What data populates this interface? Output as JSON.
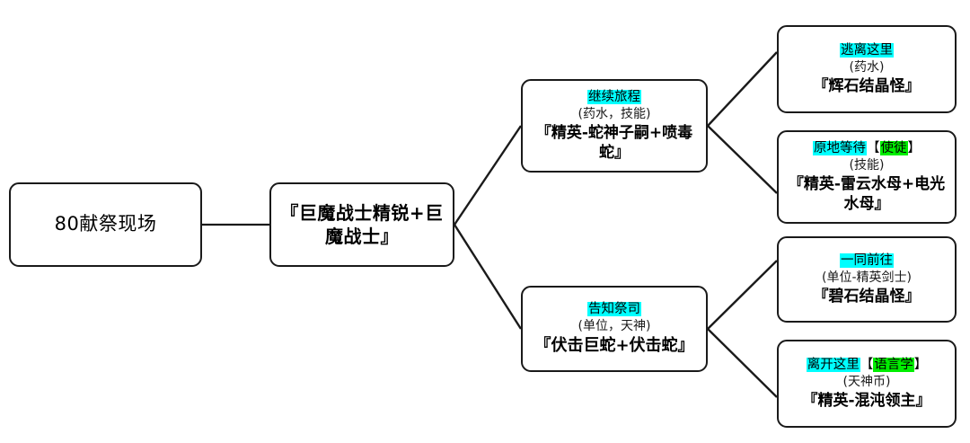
{
  "diagram": {
    "type": "decision-tree",
    "colors": {
      "highlight_cyan": "#00ffff",
      "highlight_green": "#00ee00",
      "node_border": "#1a1a1a",
      "background": "#ffffff",
      "text": "#000000"
    },
    "nodes": {
      "root": {
        "label": "80献祭现场"
      },
      "stage1": {
        "label": "『巨魔战士精锐+巨魔战士』"
      },
      "branch_upper": {
        "title": "继续旅程",
        "title_highlight": "cyan",
        "reward": "（药水，技能）",
        "reward_plain": "(药水，技能)",
        "enemy": "『精英-蛇神子嗣+喷毒蛇』"
      },
      "branch_lower": {
        "title": "告知祭司",
        "title_highlight": "cyan",
        "reward_plain": "(单位，天神)",
        "enemy": "『伏击巨蛇+伏击蛇』"
      },
      "leaf_1": {
        "title": "逃离这里",
        "title_highlight": "cyan",
        "tag": "",
        "reward_plain": "(药水)",
        "enemy": "『辉石结晶怪』"
      },
      "leaf_2": {
        "title": "原地等待",
        "title_highlight": "cyan",
        "tag_open": "【",
        "tag": "使徒",
        "tag_highlight": "green",
        "tag_close": "】",
        "reward_plain": "(技能)",
        "enemy": "『精英-雷云水母+电光水母』"
      },
      "leaf_3": {
        "title": "一同前往",
        "title_highlight": "cyan",
        "tag": "",
        "reward_plain": "(单位-精英剑士)",
        "enemy": "『碧石结晶怪』"
      },
      "leaf_4": {
        "title": "离开这里",
        "title_highlight": "cyan",
        "tag_open": "【",
        "tag": "语言学",
        "tag_highlight": "green",
        "tag_close": "】",
        "reward_plain": "(天神币)",
        "enemy": "『精英-混沌领主』"
      }
    }
  }
}
